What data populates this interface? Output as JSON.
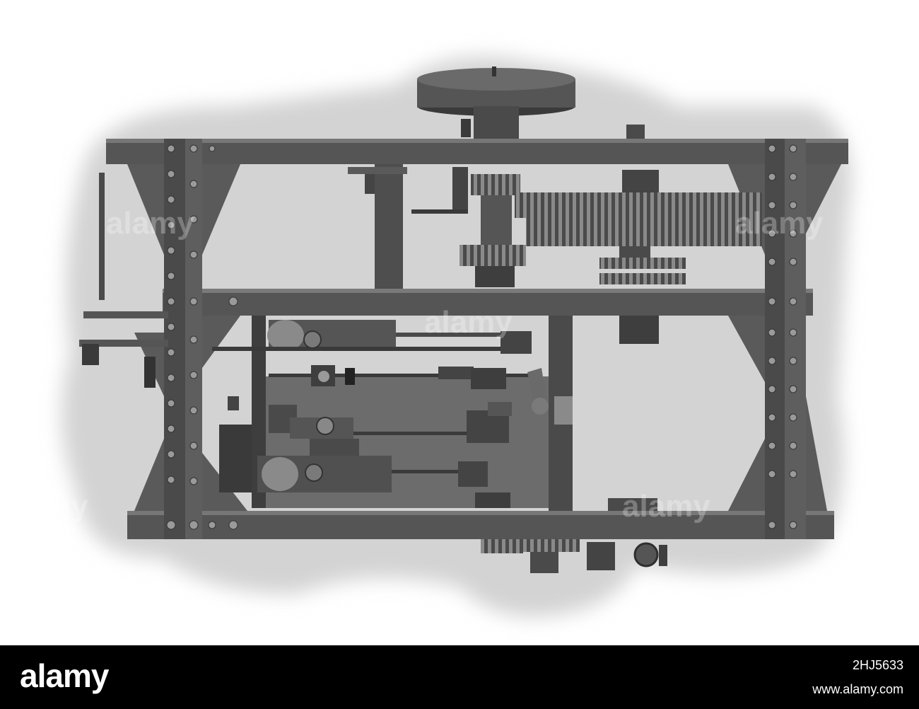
{
  "watermark": {
    "logo_text": "alamy",
    "image_id": "2HJ5633",
    "site_url": "www.alamy.com"
  },
  "colors": {
    "frame": "#5a5a5a",
    "frame_dark": "#2e2e2e",
    "rivet": "#9a9a9a",
    "vignette": "#d6d6d6",
    "bar_background": "#000000"
  }
}
